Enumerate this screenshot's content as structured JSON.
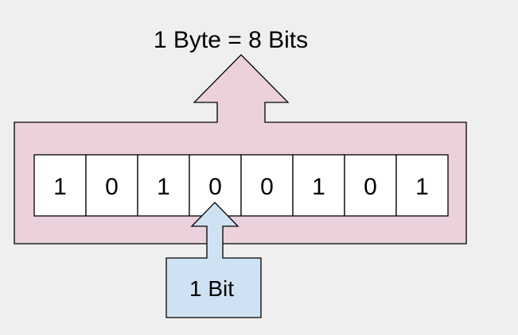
{
  "byte_label": "1 Byte = 8 Bits",
  "bit_label": "1 Bit",
  "bits": [
    "1",
    "0",
    "1",
    "0",
    "0",
    "1",
    "0",
    "1"
  ],
  "colors": {
    "background": "#efefef",
    "byte_shape_fill": "#ead1dc",
    "bit_shape_fill": "#cfe2f3",
    "cell_fill": "#ffffff",
    "stroke": "#000000"
  }
}
